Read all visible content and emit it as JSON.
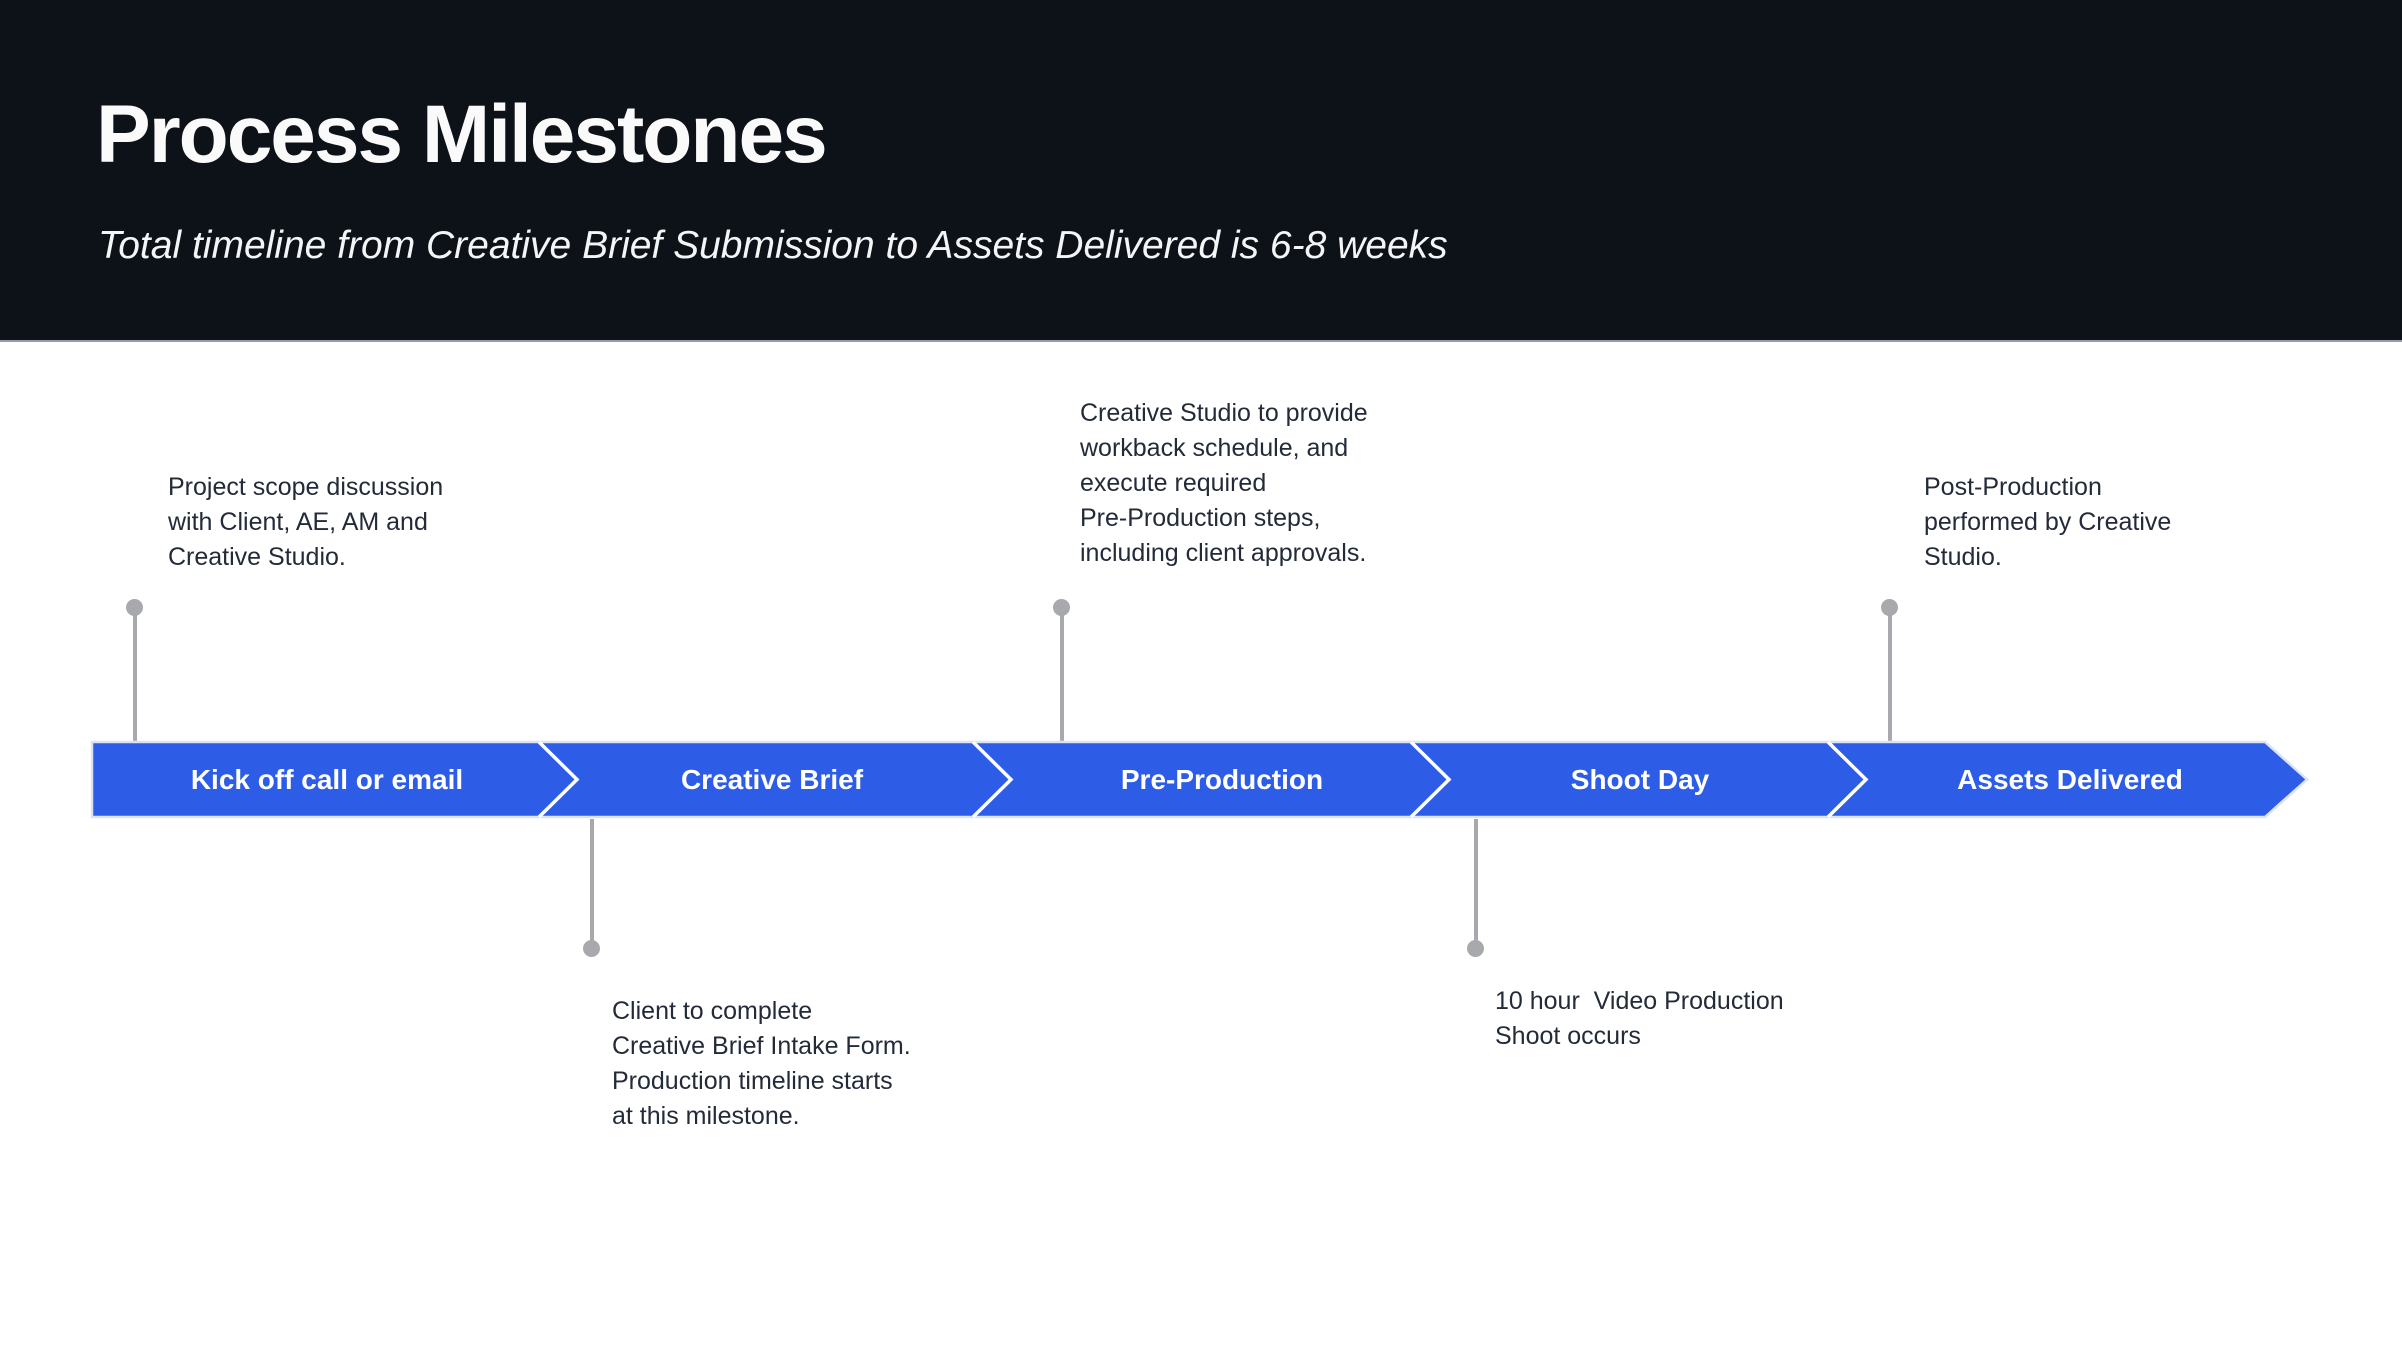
{
  "header": {
    "title": "Process Milestones",
    "subtitle": "Total timeline from Creative Brief Submission to Assets Delivered is 6-8 weeks",
    "background_color": "#0d1118",
    "text_color": "#ffffff"
  },
  "timeline": {
    "type": "process-arrow",
    "bar_color": "#2d5ce6",
    "bar_outline_color": "#dbe2f6",
    "connector_color": "#a7a9ac",
    "segments": [
      {
        "label": "Kick off call or email"
      },
      {
        "label": "Creative Brief"
      },
      {
        "label": "Pre-Production"
      },
      {
        "label": "Shoot Day"
      },
      {
        "label": "Assets Delivered"
      }
    ]
  },
  "annotations": {
    "above": [
      {
        "milestone": "Kick off call or email",
        "text": "Project scope discussion\nwith Client, AE, AM and\nCreative Studio."
      },
      {
        "milestone": "Pre-Production",
        "text": "Creative Studio to provide\nworkback schedule, and\nexecute required\nPre-Production steps,\nincluding client approvals."
      },
      {
        "milestone": "Assets Delivered",
        "text": "Post-Production\nperformed by Creative\nStudio."
      }
    ],
    "below": [
      {
        "milestone": "Creative Brief",
        "text": "Client to complete\nCreative Brief Intake Form.\nProduction timeline starts\nat this milestone."
      },
      {
        "milestone": "Shoot Day",
        "text": "10 hour  Video Production\nShoot occurs"
      }
    ]
  }
}
